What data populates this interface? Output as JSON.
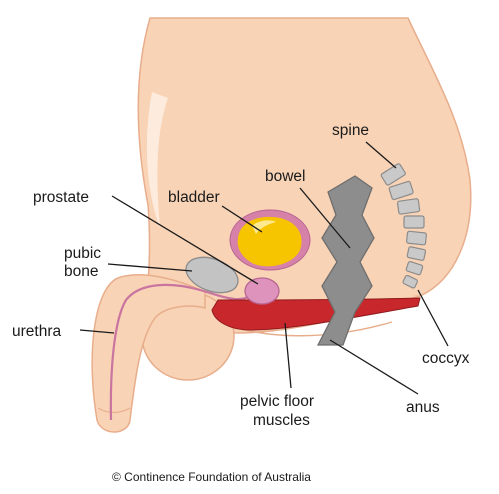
{
  "diagram": {
    "labels": {
      "spine": "spine",
      "bowel": "bowel",
      "bladder": "bladder",
      "prostate": "prostate",
      "pubic_bone_line1": "pubic",
      "pubic_bone_line2": "bone",
      "urethra": "urethra",
      "coccyx": "coccyx",
      "anus": "anus",
      "pelvic_floor_line1": "pelvic floor",
      "pelvic_floor_line2": "muscles"
    },
    "credit": "© Continence Foundation of Australia"
  },
  "colors": {
    "skin": "#f8d3b6",
    "skin_outline": "#e8ae8c",
    "bladder_fill": "#f7c400",
    "bladder_wall": "#d681a8",
    "prostate": "#de93bd",
    "bone": "#c3c3c3",
    "bowel": "#8d8d8d",
    "muscle": "#c8282c",
    "spine": "#c9c9c9",
    "urethra": "#c975a0"
  }
}
